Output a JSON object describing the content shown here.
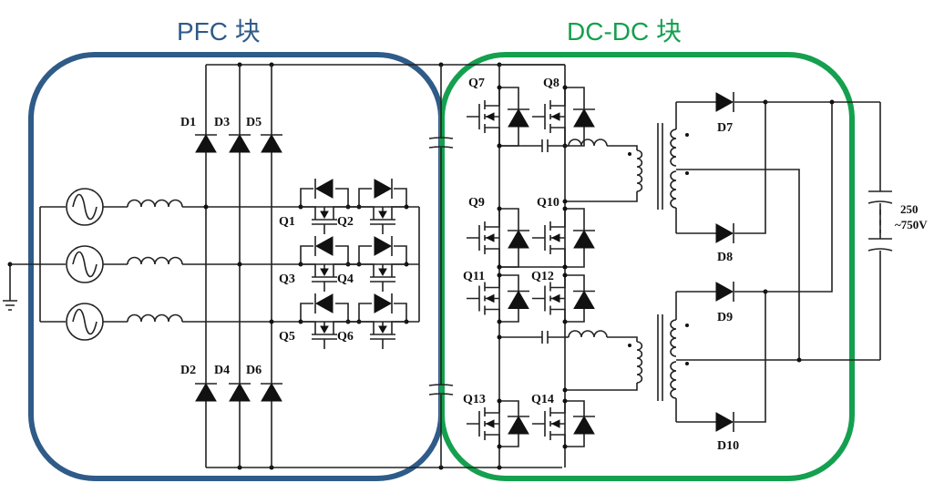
{
  "blocks": {
    "pfc": {
      "title": "PFC 块",
      "color": "#2f5b88"
    },
    "dcdc": {
      "title": "DC-DC 块",
      "color": "#14a04f"
    }
  },
  "labels": {
    "diodes_top": [
      "D1",
      "D3",
      "D5"
    ],
    "diodes_bottom": [
      "D2",
      "D4",
      "D6"
    ],
    "pfc_switches": [
      "Q1",
      "Q2",
      "Q3",
      "Q4",
      "Q5",
      "Q6"
    ],
    "dcdc_switches": [
      "Q7",
      "Q8",
      "Q9",
      "Q10",
      "Q11",
      "Q12",
      "Q13",
      "Q14"
    ],
    "rect_diodes": [
      "D7",
      "D8",
      "D9",
      "D10"
    ],
    "output_voltage_line1": "250",
    "output_voltage_line2": "~750V"
  }
}
